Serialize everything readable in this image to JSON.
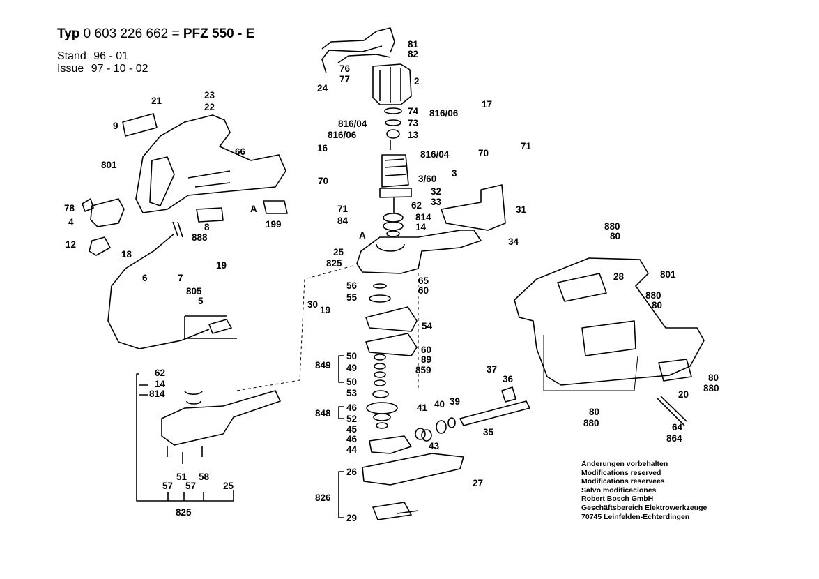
{
  "header": {
    "typ_prefix": "Typ",
    "part_number": "0 603 226 662",
    "equals": "=",
    "model": "PFZ 550 - E"
  },
  "stand": {
    "label": "Stand",
    "value": "96 - 01"
  },
  "issue": {
    "label": "Issue",
    "value": "97 - 10 - 02"
  },
  "labels": [
    "81",
    "82",
    "76",
    "77",
    "24",
    "2",
    "23",
    "21",
    "22",
    "9",
    "74",
    "73",
    "13",
    "816/06",
    "17",
    "816/04",
    "816/06",
    "71",
    "70",
    "816/04",
    "16",
    "66",
    "801",
    "3",
    "3/60",
    "70",
    "32",
    "33",
    "31",
    "71",
    "62",
    "814",
    "14",
    "84",
    "78",
    "4",
    "12",
    "18",
    "8",
    "888",
    "199",
    "A",
    "A",
    "880",
    "80",
    "25",
    "825",
    "34",
    "19",
    "7",
    "6",
    "65",
    "56",
    "60",
    "55",
    "30",
    "19",
    "805",
    "5",
    "54",
    "28",
    "801",
    "880",
    "80",
    "60",
    "89",
    "859",
    "50",
    "849",
    "49",
    "50",
    "62",
    "14",
    "814",
    "37",
    "36",
    "53",
    "41",
    "40",
    "39",
    "848",
    "46",
    "52",
    "45",
    "46",
    "44",
    "43",
    "35",
    "20",
    "80",
    "880",
    "80",
    "880",
    "64",
    "864",
    "51",
    "58",
    "57",
    "57",
    "25",
    "825",
    "26",
    "27",
    "826",
    "29"
  ],
  "notes": [
    "Änderungen vorbehalten",
    "Modifications reserved",
    "Modifications reservees",
    "Salvo modificaciones",
    "Robert Bosch GmbH",
    "Geschäftsbereich Elektrowerkzeuge",
    "70745 Leinfelden-Echterdingen"
  ]
}
